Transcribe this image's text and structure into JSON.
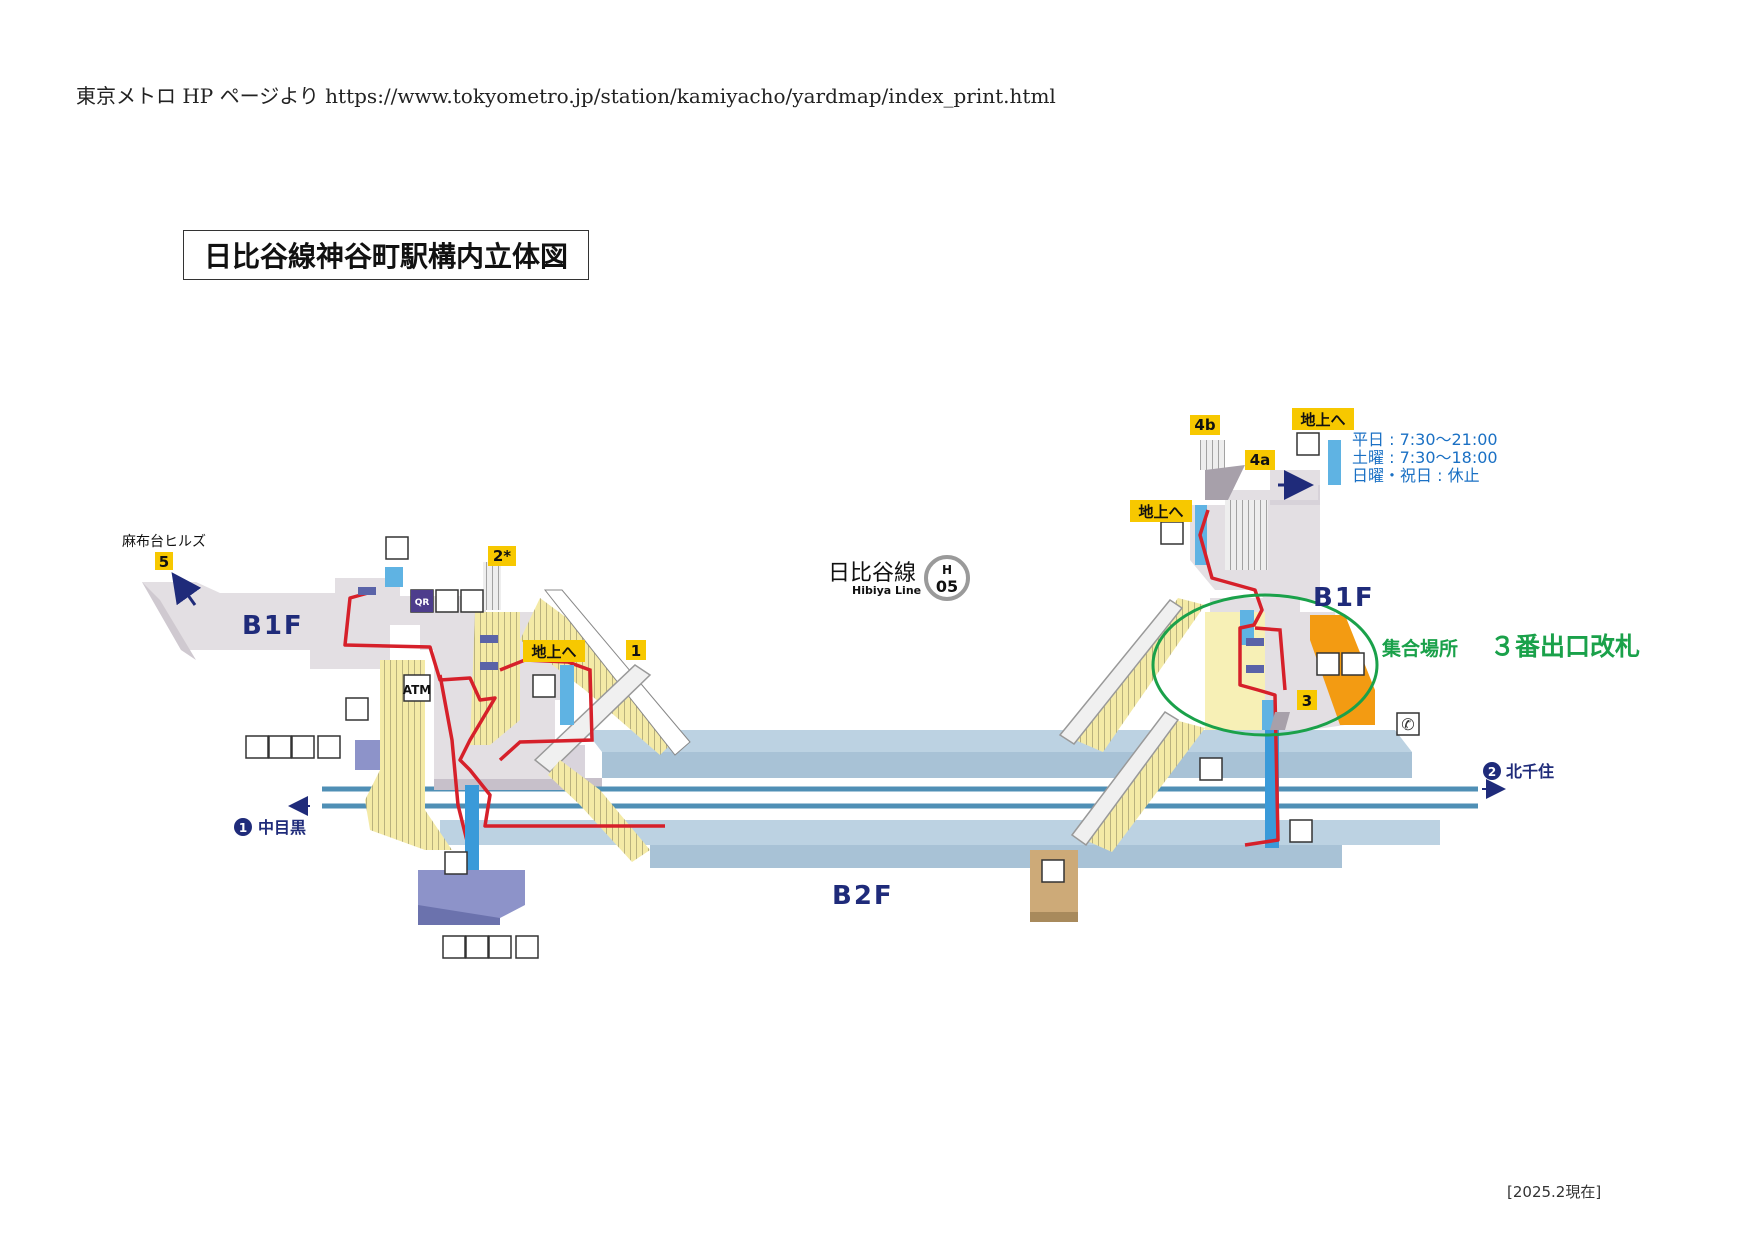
{
  "source_note": "東京メトロ HP ページより https://www.tokyometro.jp/station/kamiyacho/yardmap/index_print.html",
  "title": "日比谷線神谷町駅構内立体図",
  "as_of": "[2025.2現在]",
  "line": {
    "name_ja": "日比谷線",
    "name_en": "Hibiya Line",
    "code_letter": "H",
    "code_number": "05"
  },
  "floors": {
    "b1f_left": "B1F",
    "b1f_right": "B1F",
    "b2f": "B2F"
  },
  "exits": {
    "azabudai_hills": "麻布台ヒルズ",
    "exit5": "5",
    "exit2": "2*",
    "exit1": "1",
    "exit4b": "4b",
    "exit4a": "4a",
    "exit3": "3",
    "to_ground_left": "地上へ",
    "to_ground_right_mid": "地上へ",
    "to_ground_right_top": "地上へ"
  },
  "elevator_hours": {
    "weekday": "平日 : 7:30～21:00",
    "saturday": "土曜 : 7:30～18:00",
    "holiday": "日曜・祝日 : 休止"
  },
  "directions": {
    "naka_meguro_num": "1",
    "naka_meguro": "中目黒",
    "kita_senju_num": "2",
    "kita_senju": "北千住"
  },
  "meeting": {
    "label": "集合場所",
    "place": "３番出口改札"
  },
  "atm_label": "ATM",
  "qr_label": "QR",
  "colors": {
    "route": "#d6202a",
    "rail": "#4f8fb5",
    "floor": "#e3dfe3",
    "platform": "#bcd2e2",
    "meeting": "#1aa14a",
    "yellow_tag": "#f7c800"
  }
}
